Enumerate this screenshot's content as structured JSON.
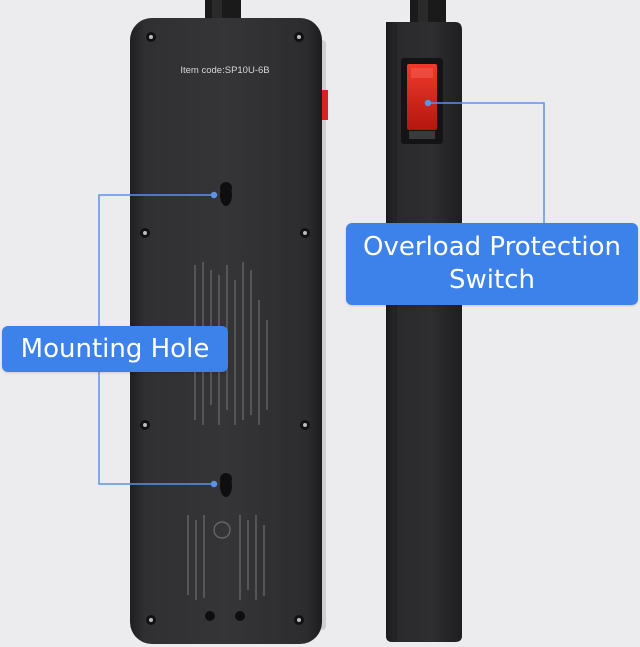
{
  "product": {
    "item_code": "Item code:SP10U-6B"
  },
  "callouts": {
    "mounting_hole": "Mounting Hole",
    "overload_line1": "Overload Protection",
    "overload_line2": "Switch"
  },
  "colors": {
    "background": "#ececee",
    "strip_body": "#2b2b2d",
    "switch_red": "#d8231f",
    "callout_blue": "#3d82ea",
    "leader_line": "#5b93e8"
  }
}
